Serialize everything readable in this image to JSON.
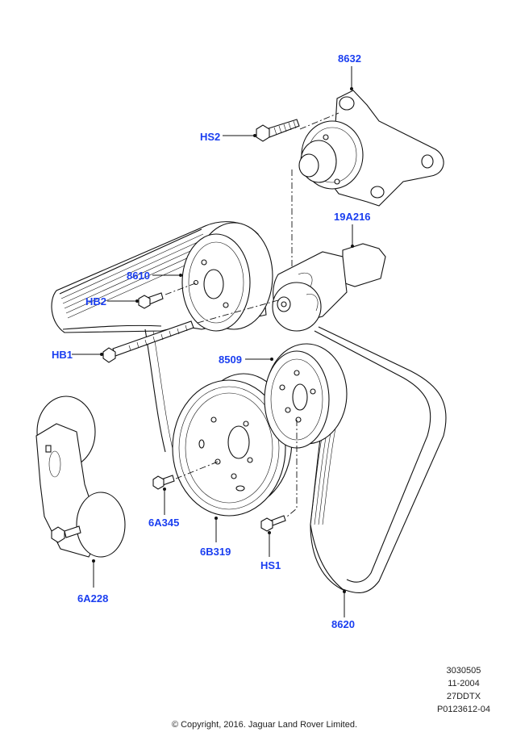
{
  "diagram": {
    "title": "Accessory drive belt and pulleys exploded view",
    "callouts": [
      {
        "id": "8632",
        "label": "8632"
      },
      {
        "id": "HS2",
        "label": "HS2"
      },
      {
        "id": "19A216",
        "label": "19A216"
      },
      {
        "id": "8610",
        "label": "8610"
      },
      {
        "id": "HB2",
        "label": "HB2"
      },
      {
        "id": "HB1",
        "label": "HB1"
      },
      {
        "id": "8509",
        "label": "8509"
      },
      {
        "id": "6A345",
        "label": "6A345"
      },
      {
        "id": "6B319",
        "label": "6B319"
      },
      {
        "id": "HS1",
        "label": "HS1"
      },
      {
        "id": "6A228",
        "label": "6A228"
      },
      {
        "id": "8620",
        "label": "8620"
      }
    ],
    "label_color": "#1a3ef0"
  },
  "meta": {
    "lines": [
      "3030505",
      "11-2004",
      "27DDTX",
      "P0123612-04"
    ]
  },
  "footer": {
    "copyright": "© Copyright, 2016. Jaguar Land Rover Limited."
  }
}
